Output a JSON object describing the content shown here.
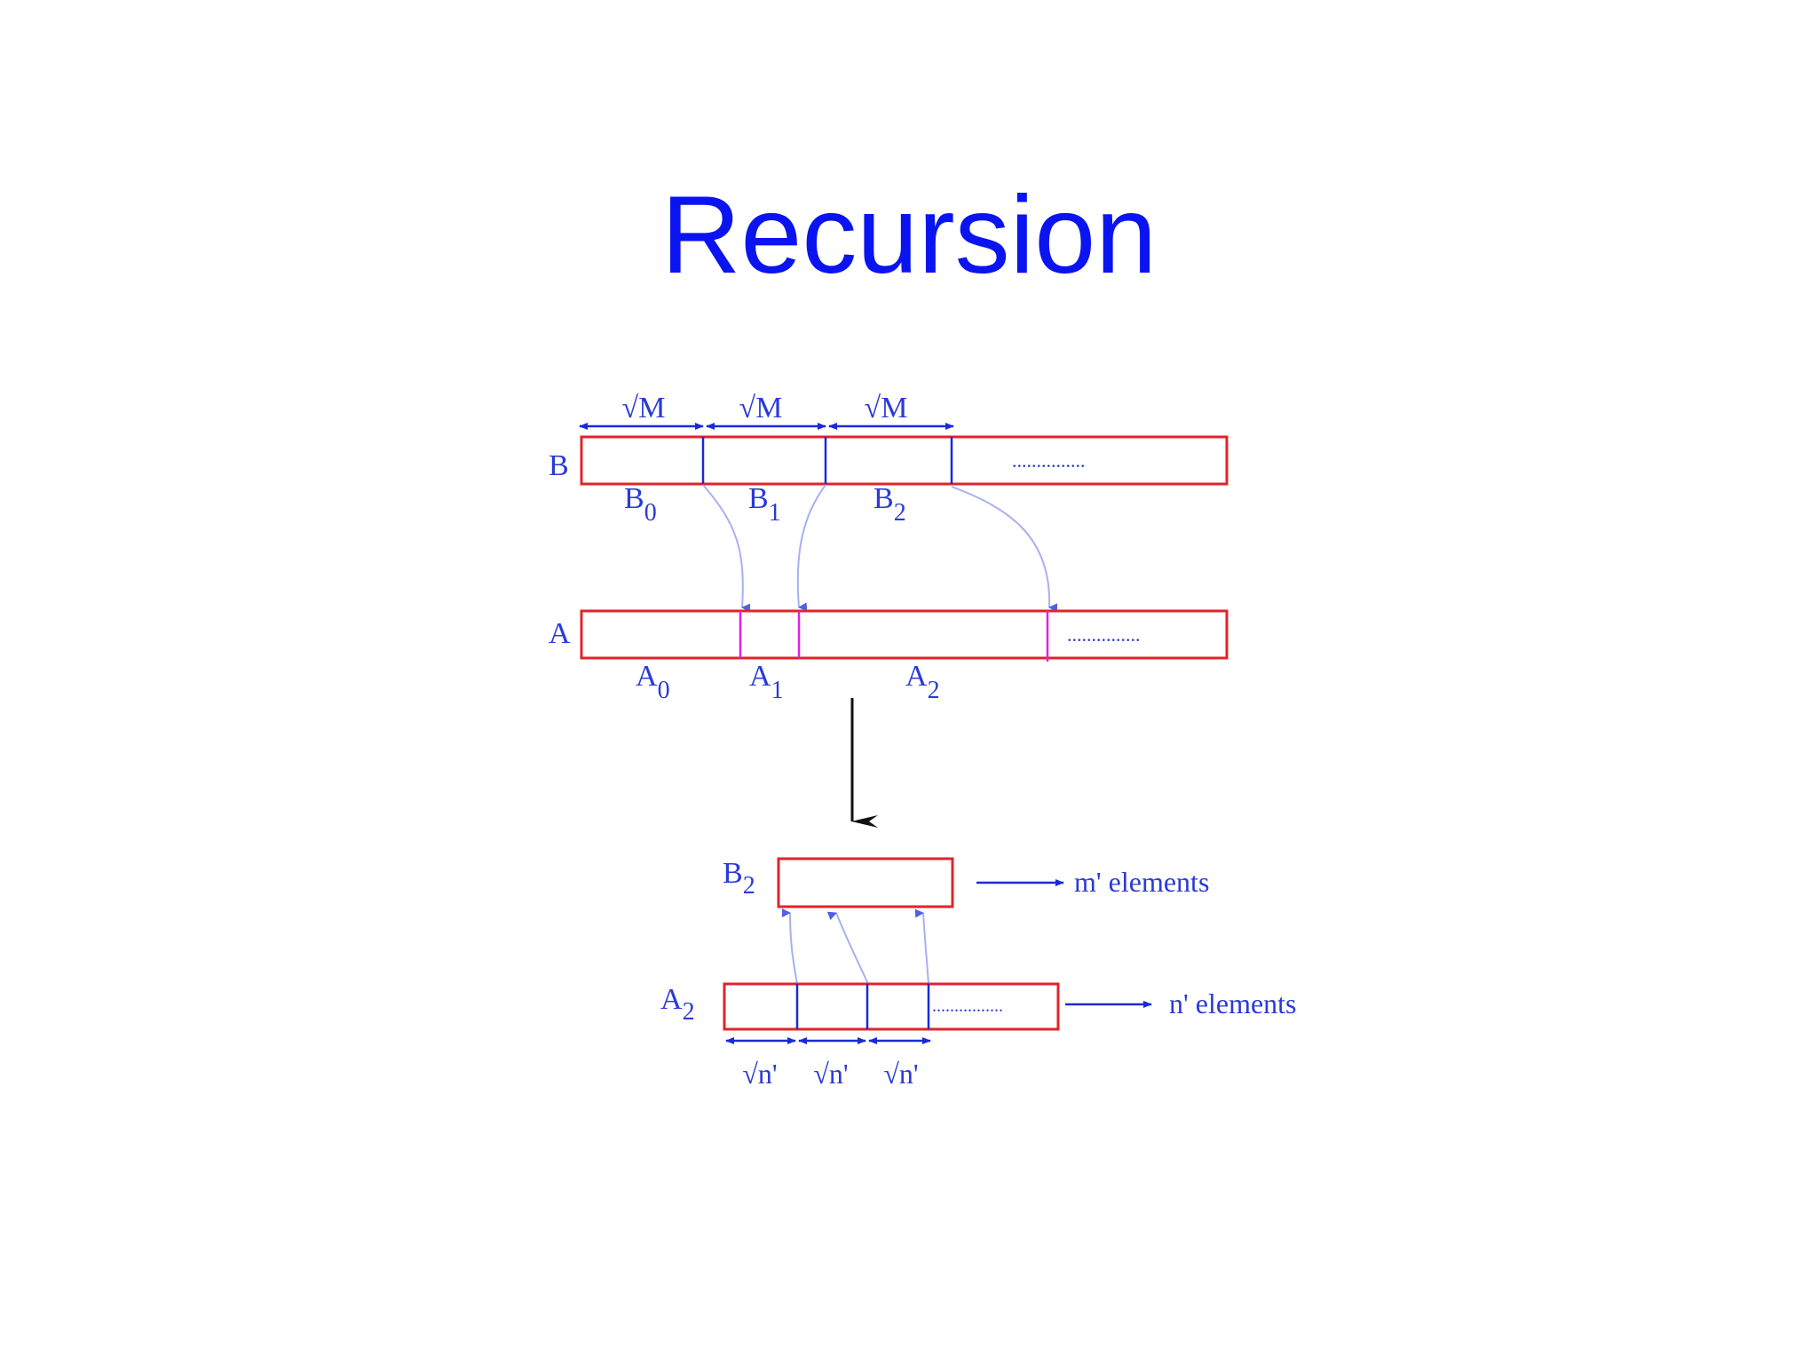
{
  "title": "Recursion",
  "colors": {
    "title": "#0a14f0",
    "box_outline": "#e0242a",
    "divider": "#1a2ad8",
    "magenta_divider": "#e020e0",
    "arrow_light": "#a8b0f0",
    "label": "#2a3ad8",
    "down_arrow": "#111111"
  },
  "top_row": {
    "row_label": "B",
    "segment_width_label": "√M",
    "segments": [
      {
        "name": "B",
        "sub": "0"
      },
      {
        "name": "B",
        "sub": "1"
      },
      {
        "name": "B",
        "sub": "2"
      }
    ],
    "ellipsis": "..............."
  },
  "middle_row": {
    "row_label": "A",
    "segments": [
      {
        "name": "A",
        "sub": "0"
      },
      {
        "name": "A",
        "sub": "1"
      },
      {
        "name": "A",
        "sub": "2"
      }
    ],
    "ellipsis": "..............."
  },
  "recursive_b": {
    "label": {
      "name": "B",
      "sub": "2"
    },
    "note": "m'  elements"
  },
  "recursive_a": {
    "label": {
      "name": "A",
      "sub": "2"
    },
    "note": "n' elements",
    "segment_width_label": "√n'",
    "ellipsis": "................"
  }
}
